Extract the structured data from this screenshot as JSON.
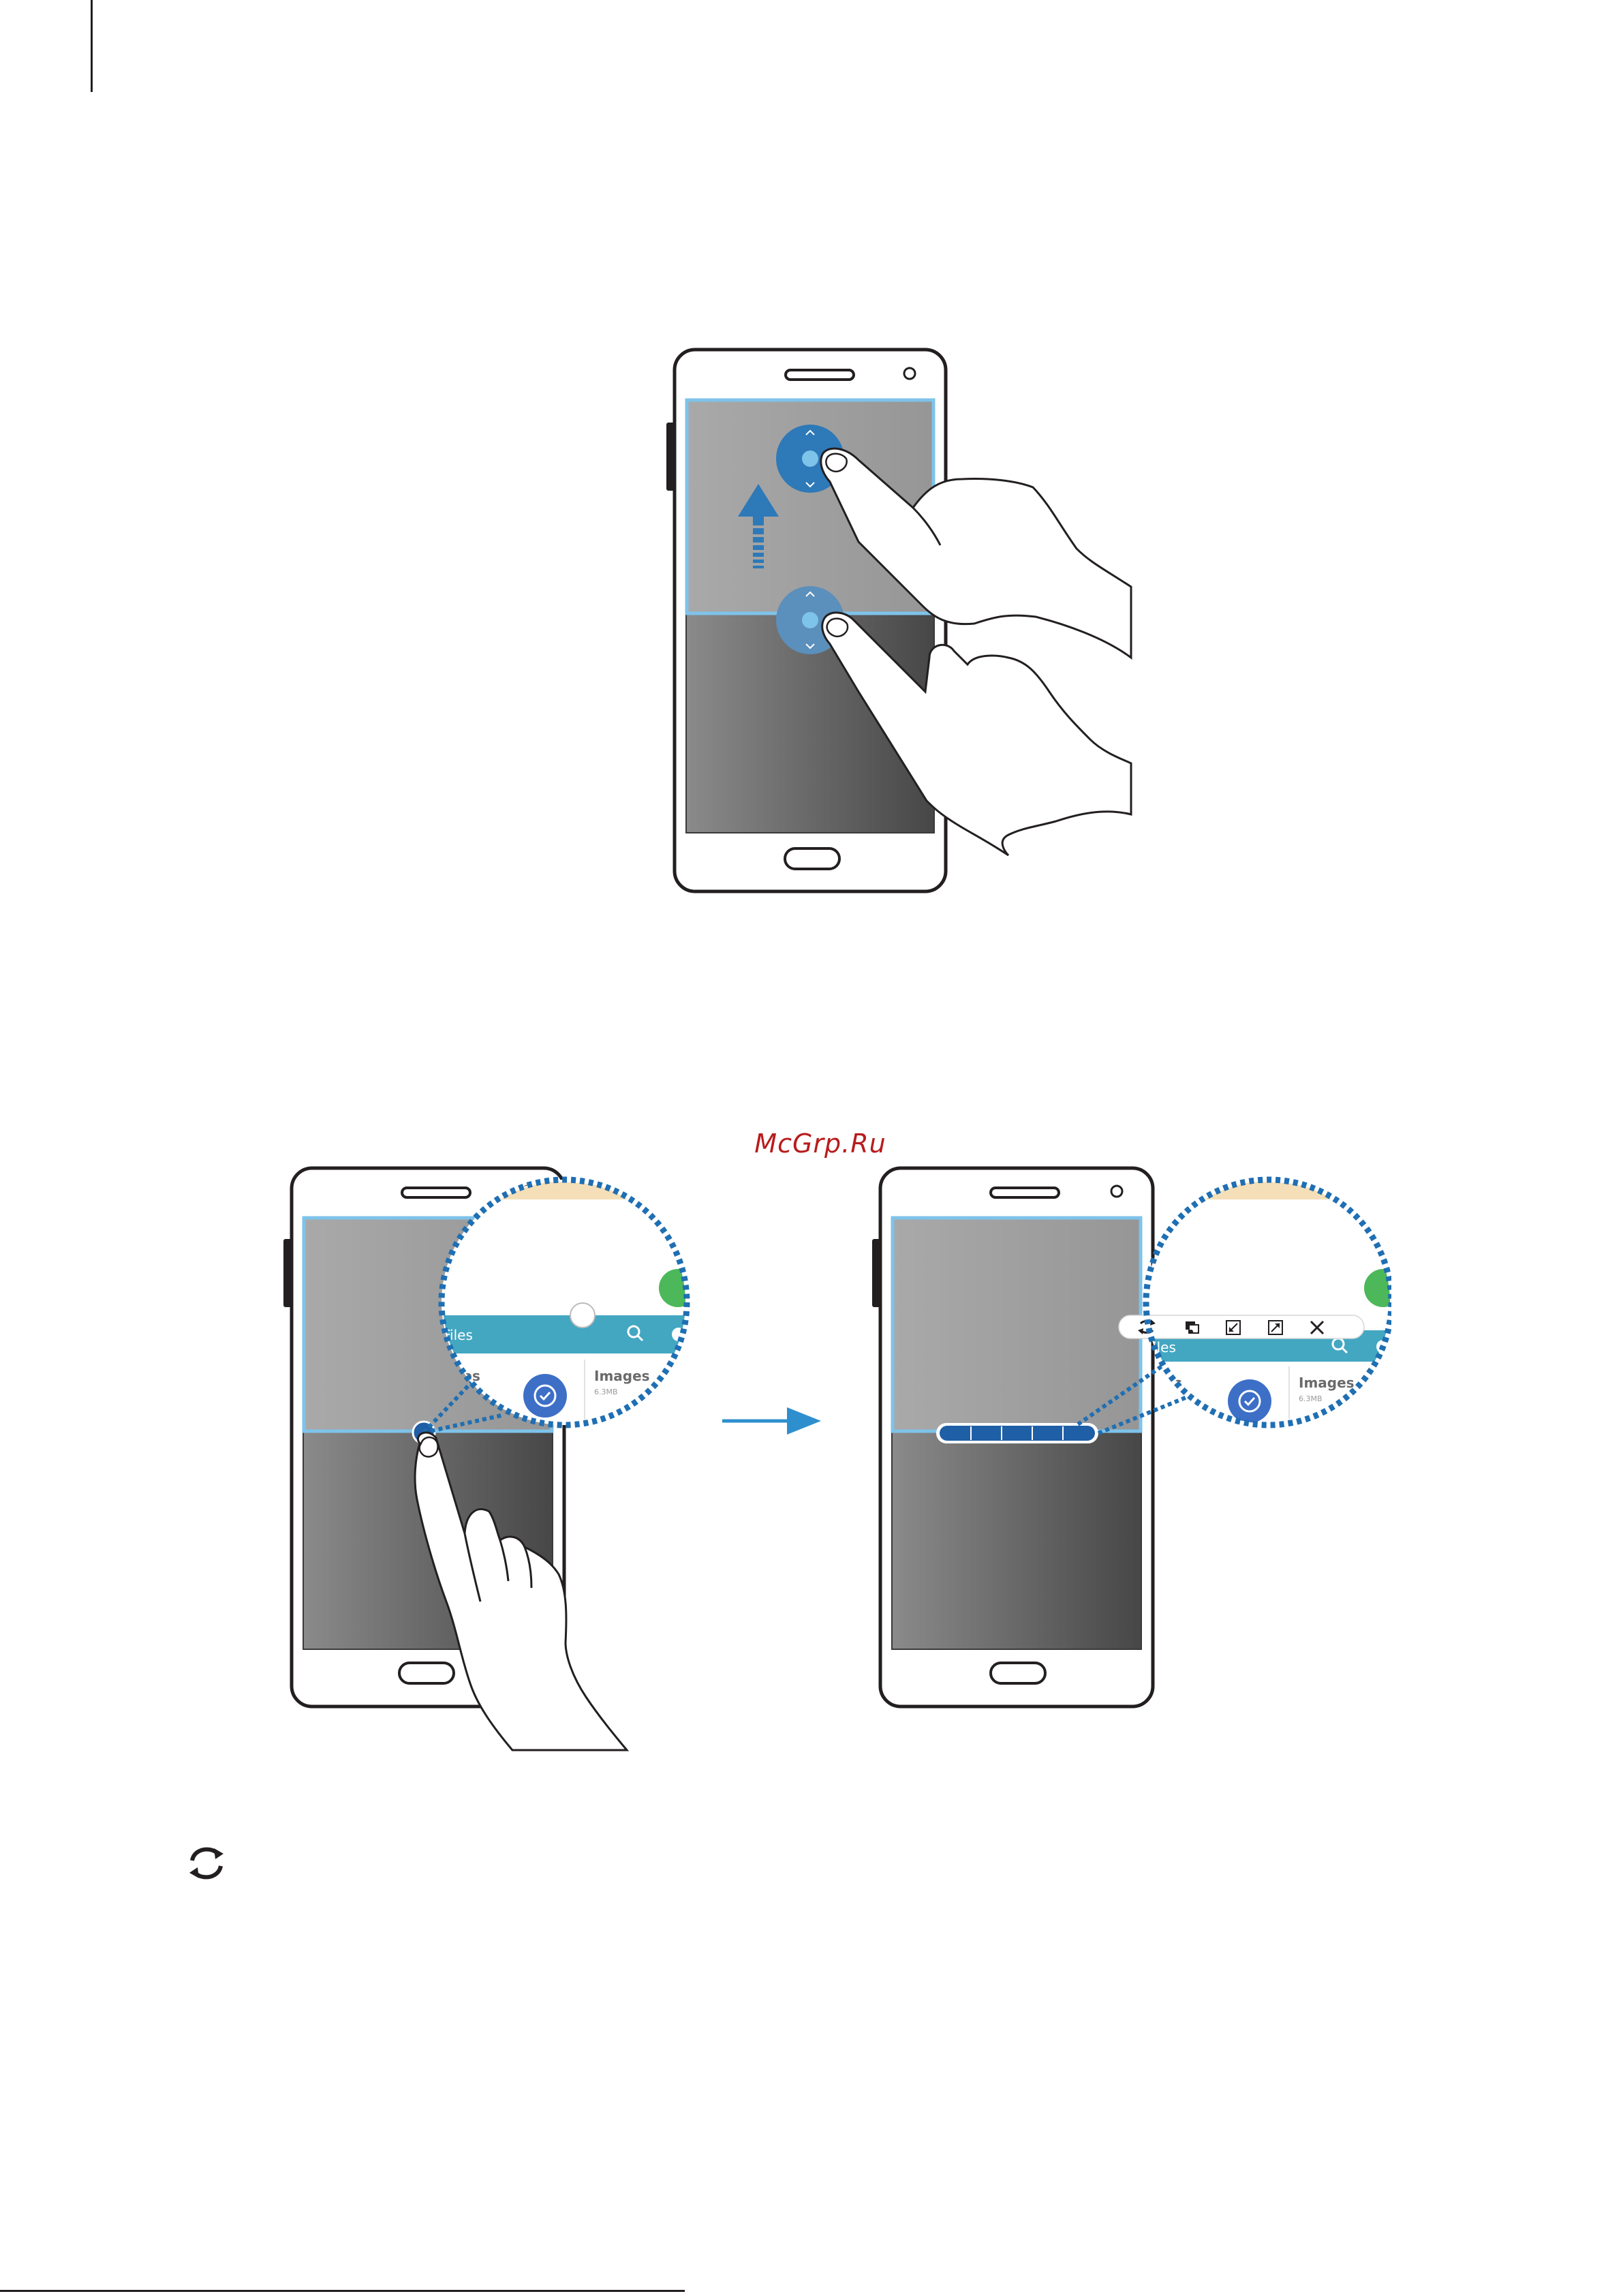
{
  "page": {
    "watermark": "McGrp.Ru"
  },
  "colors": {
    "accent_blue": "#2e79b8",
    "frame_blue": "#7ec3ea",
    "dotted_blue": "#1f6fb3",
    "toolbar_teal": "#43a7c2",
    "hand_stroke": "#231f20"
  },
  "figure_bottom": {
    "left_zoom": {
      "tab_label": "Files",
      "list_item_1": "Files",
      "list_item_2": "Images",
      "list_item_2_size": "6.3MB"
    },
    "right_zoom": {
      "tab_label": "Files",
      "list_item_1": "Files",
      "list_item_2": "Images",
      "list_item_2_size": "6.3MB",
      "toolbar_icons": [
        "switch-windows-icon",
        "share-icon",
        "minimize-icon",
        "maximize-icon",
        "close-icon"
      ]
    }
  },
  "legend": {
    "icon": "switch-windows-icon"
  }
}
